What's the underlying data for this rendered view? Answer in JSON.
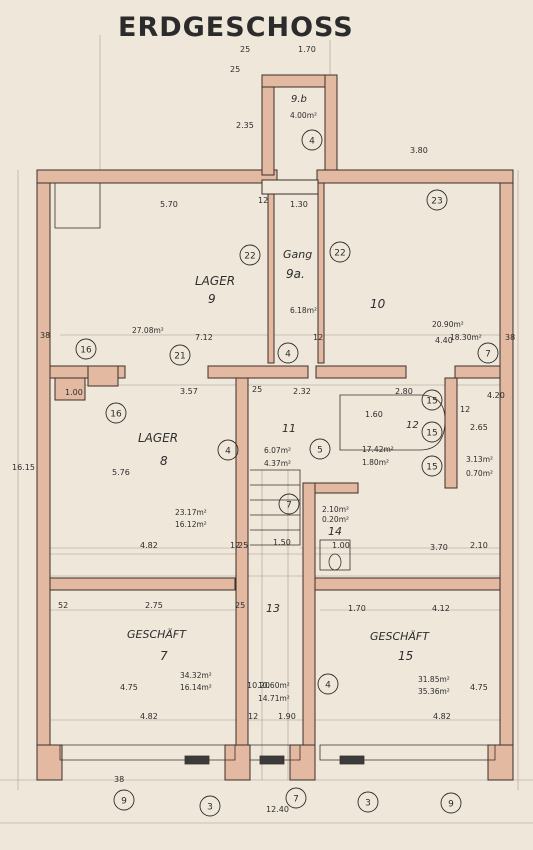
{
  "title": "ERDGESCHOSS",
  "colors": {
    "paper": "#efe7da",
    "wall": "#e3b9a1",
    "wall_stroke": "#3b2f2a",
    "ink": "#2d2d2d"
  },
  "rooms": [
    {
      "name": "LAGER",
      "number": "9",
      "area1": "27.08m²"
    },
    {
      "name": "Gang",
      "number": "9a.",
      "area1": "6.18m²"
    },
    {
      "name": "",
      "number": "10",
      "area1": "20.90m²",
      "area2": "18.30m²"
    },
    {
      "name": "",
      "number": "9.b",
      "area1": "4.00m²"
    },
    {
      "name": "LAGER",
      "number": "8",
      "area1": "23.17m²",
      "area2": "16.12m²"
    },
    {
      "name": "",
      "number": "11",
      "area1": "6.07m²",
      "area2": "4.37m²"
    },
    {
      "name": "",
      "number": "12",
      "area1": "17.42m²",
      "area2": "1.80m²"
    },
    {
      "name": "",
      "number": "",
      "area1": "3.13m²",
      "area2": "0.70m²"
    },
    {
      "name": "",
      "number": "14",
      "area1": "2.10m²",
      "area2": "0.20m²"
    },
    {
      "name": "",
      "number": "13",
      "area1": "10.60m²",
      "area2": "14.71m²"
    },
    {
      "name": "GESCHÄFT",
      "number": "7",
      "area1": "34.32m²",
      "area2": "16.14m²"
    },
    {
      "name": "GESCHÄFT",
      "number": "15",
      "area1": "31.85m²",
      "area2": "35.36m²"
    }
  ],
  "circled": [
    "4",
    "22",
    "22",
    "23",
    "16",
    "21",
    "4",
    "7",
    "16",
    "4",
    "5",
    "15",
    "15",
    "15",
    "7",
    "4",
    "9",
    "3",
    "7",
    "3",
    "9"
  ],
  "dims": [
    "25",
    "1.70",
    "25",
    "2.35",
    "3.80",
    "5.70",
    "12",
    "1.30",
    "38",
    "7.12",
    "12",
    "4.40",
    "38",
    "1.00",
    "3.57",
    "25",
    "2.32",
    "2.80",
    "4.20",
    "1.60",
    "12",
    "2.65",
    "5.76",
    "16.15",
    "12",
    "4.82",
    "25",
    "1.50",
    "1.00",
    "3.70",
    "2.10",
    "52",
    "2.75",
    "25",
    "1.70",
    "4.12",
    "4.75",
    "10.20",
    "4.82",
    "12",
    "1.90",
    "4.82",
    "4.75",
    "38",
    "12.40"
  ]
}
